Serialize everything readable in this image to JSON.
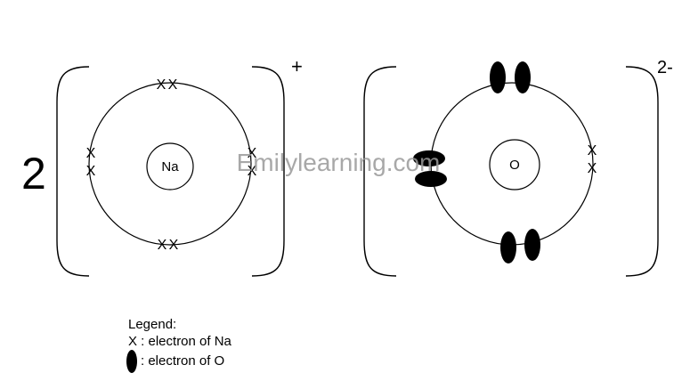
{
  "coefficient": "2",
  "sodium_ion": {
    "nucleus_label": "Na",
    "charge": "+",
    "electron_mark": "X",
    "electron_pairs": [
      "top",
      "left",
      "right",
      "bottom"
    ]
  },
  "oxide_ion": {
    "nucleus_label": "O",
    "charge": "2-",
    "na_electron_mark": "X",
    "na_electron_pairs": [
      "right"
    ],
    "o_electron_pairs": [
      "top",
      "left",
      "bottom"
    ]
  },
  "watermark": "Emilylearning.com",
  "legend": {
    "title": "Legend:",
    "x_item": "X : electron of Na",
    "dot_item": ": electron of O"
  }
}
